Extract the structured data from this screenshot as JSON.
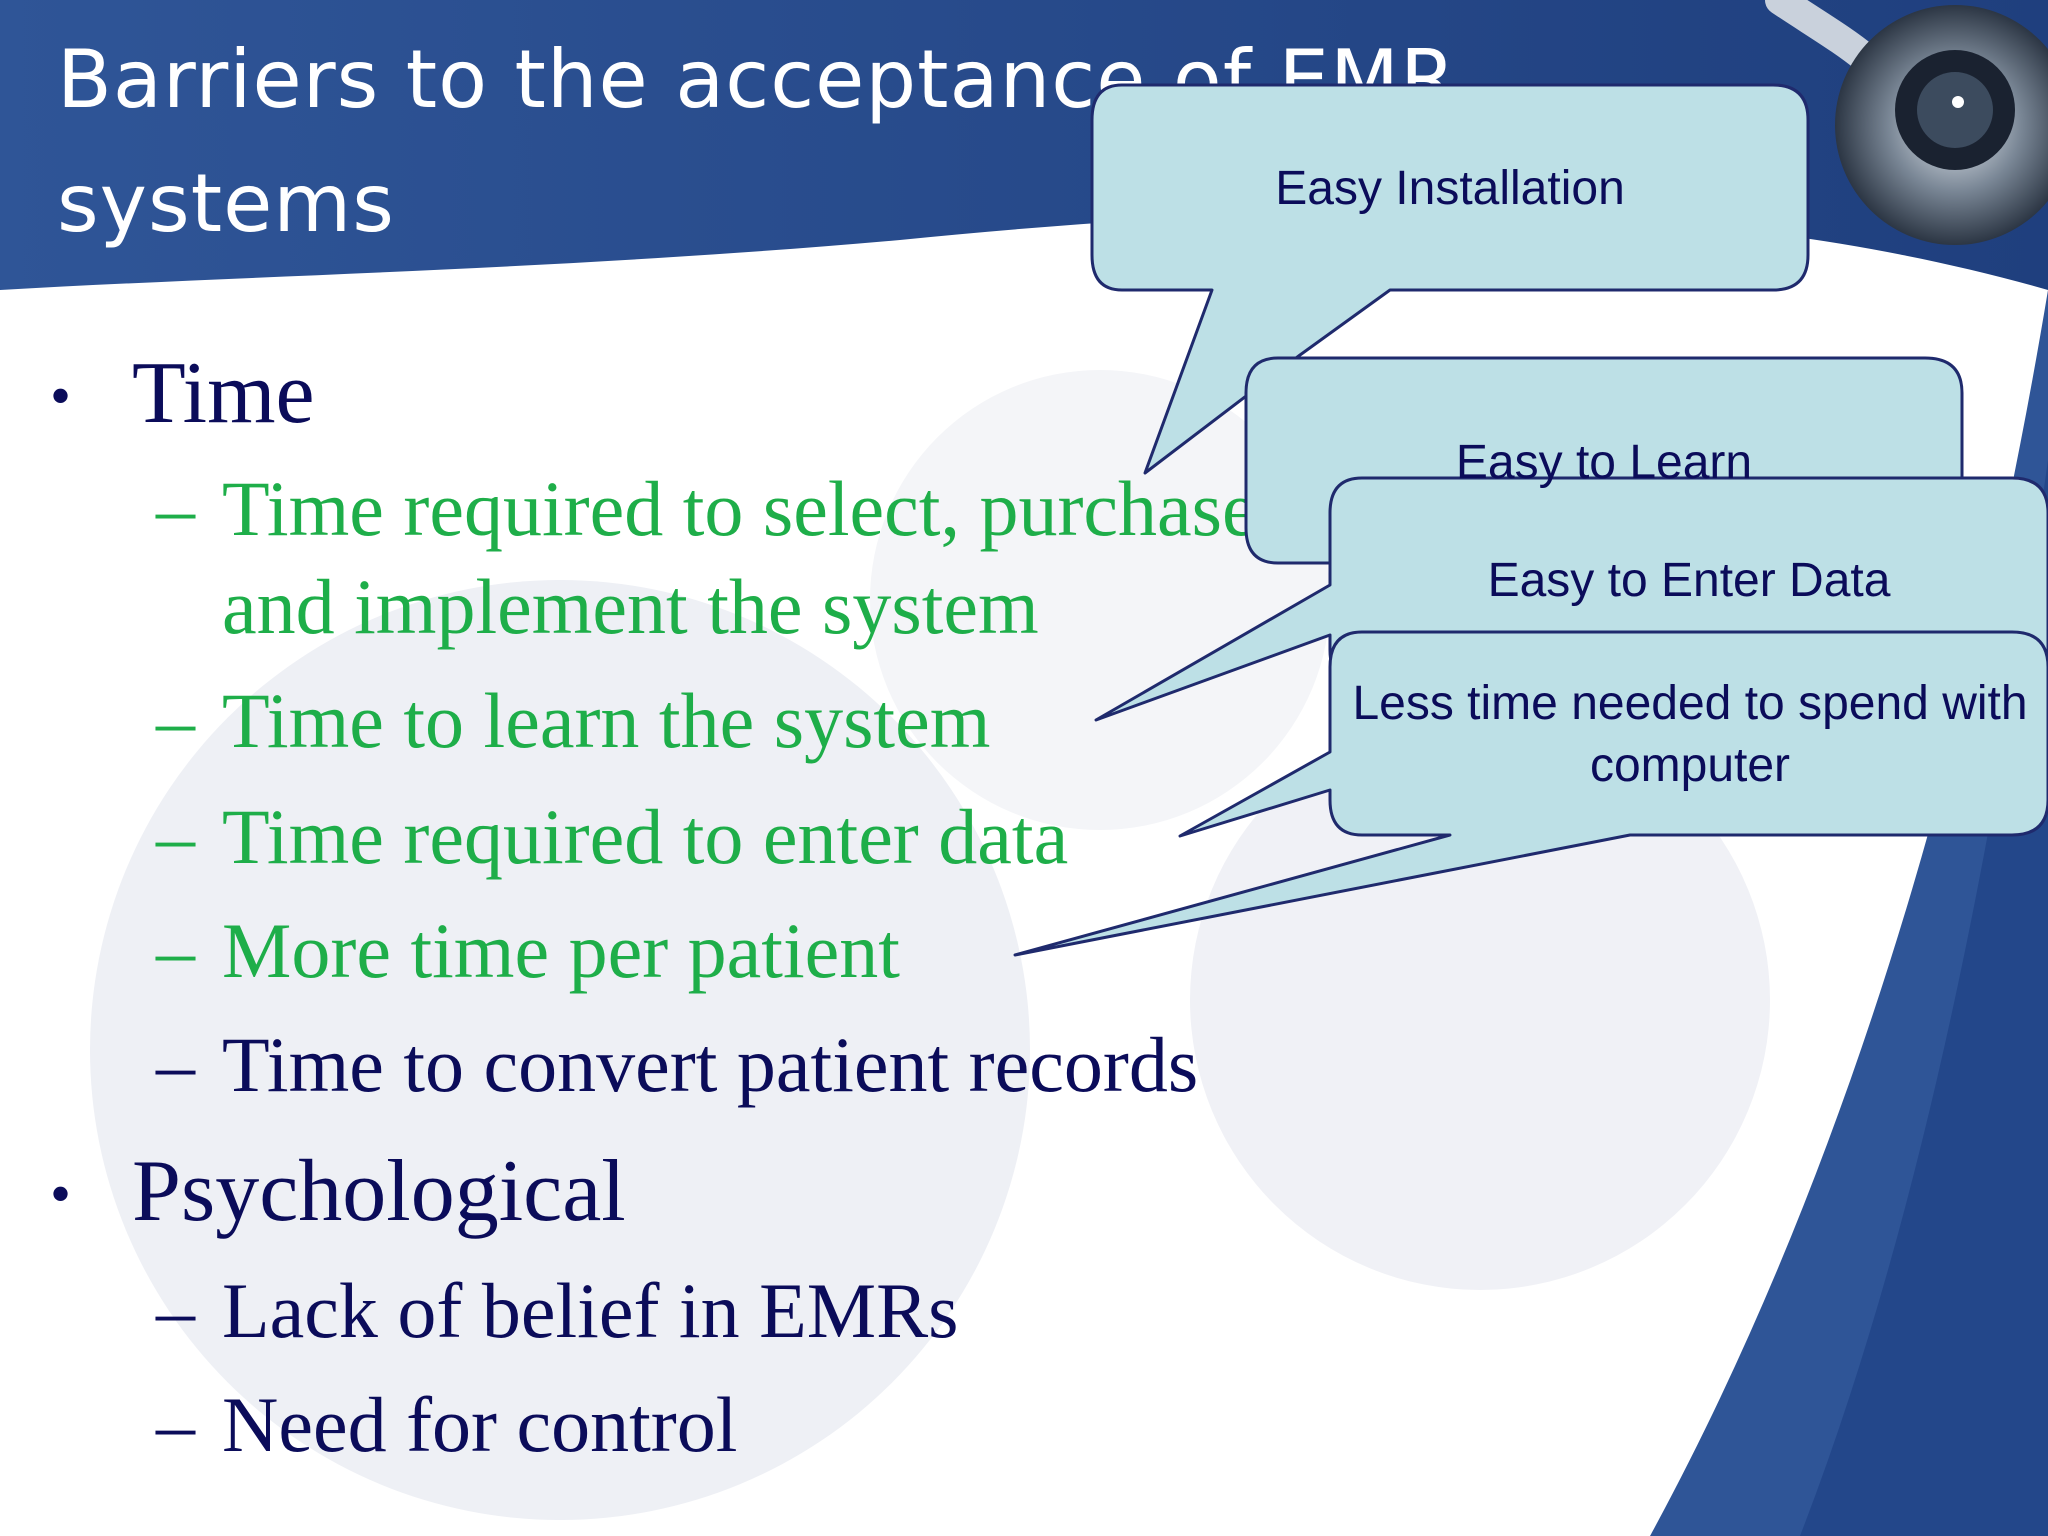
{
  "slide": {
    "title": "Barriers to the acceptance of EMR systems",
    "bullets": [
      {
        "label": "Time",
        "subitems": [
          {
            "text": "Time required to select, purchase, and implement the system",
            "highlight": true
          },
          {
            "text": "Time to learn the system",
            "highlight": true
          },
          {
            "text": "Time required to enter data",
            "highlight": true
          },
          {
            "text": "More time per patient",
            "highlight": true
          },
          {
            "text": "Time to convert patient records",
            "highlight": false
          }
        ]
      },
      {
        "label": "Psychological",
        "subitems": [
          {
            "text": "Lack of belief in EMRs",
            "highlight": false
          },
          {
            "text": "Need for control",
            "highlight": false
          }
        ]
      }
    ],
    "callouts": [
      {
        "text": "Easy Installation"
      },
      {
        "text": "Easy to Learn"
      },
      {
        "text": "Easy to Enter Data"
      },
      {
        "text": "Less time needed to spend with computer"
      }
    ]
  },
  "colors": {
    "header_blue": "#2f5597",
    "highlight_green": "#1eae49",
    "text_navy": "#0b0c5a",
    "callout_fill": "#bde0e6",
    "callout_border": "#1f2a6d"
  }
}
